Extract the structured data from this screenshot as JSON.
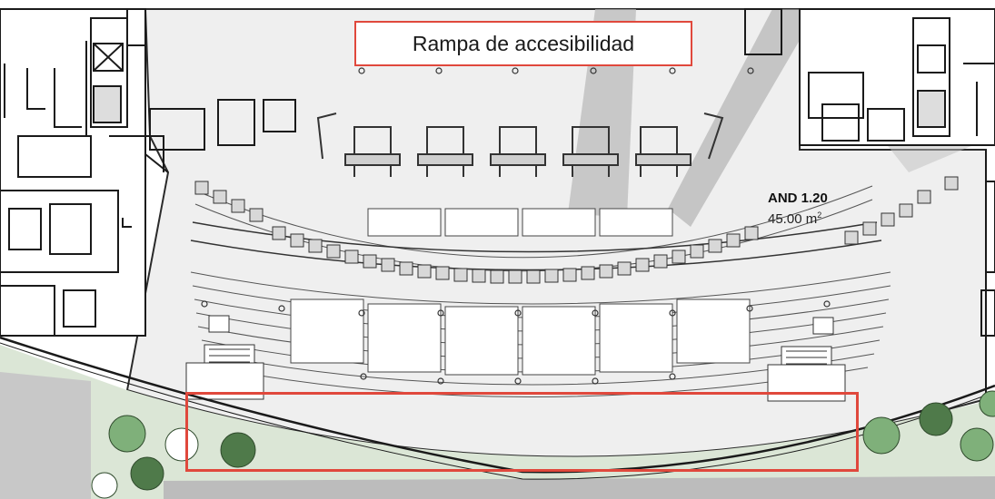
{
  "callout": {
    "label": "Rampa de accesibilidad"
  },
  "room": {
    "code": "AND 1.20",
    "area_value": "45.00 m",
    "area_unit_exp": "2"
  },
  "colors": {
    "highlight": "#e0483c",
    "wall": "#1a1a1a",
    "floor": "#f1f1f1",
    "landscape": "#dbe6d6",
    "tree_light": "#7fb07a",
    "tree_dark": "#4f7a4a"
  }
}
